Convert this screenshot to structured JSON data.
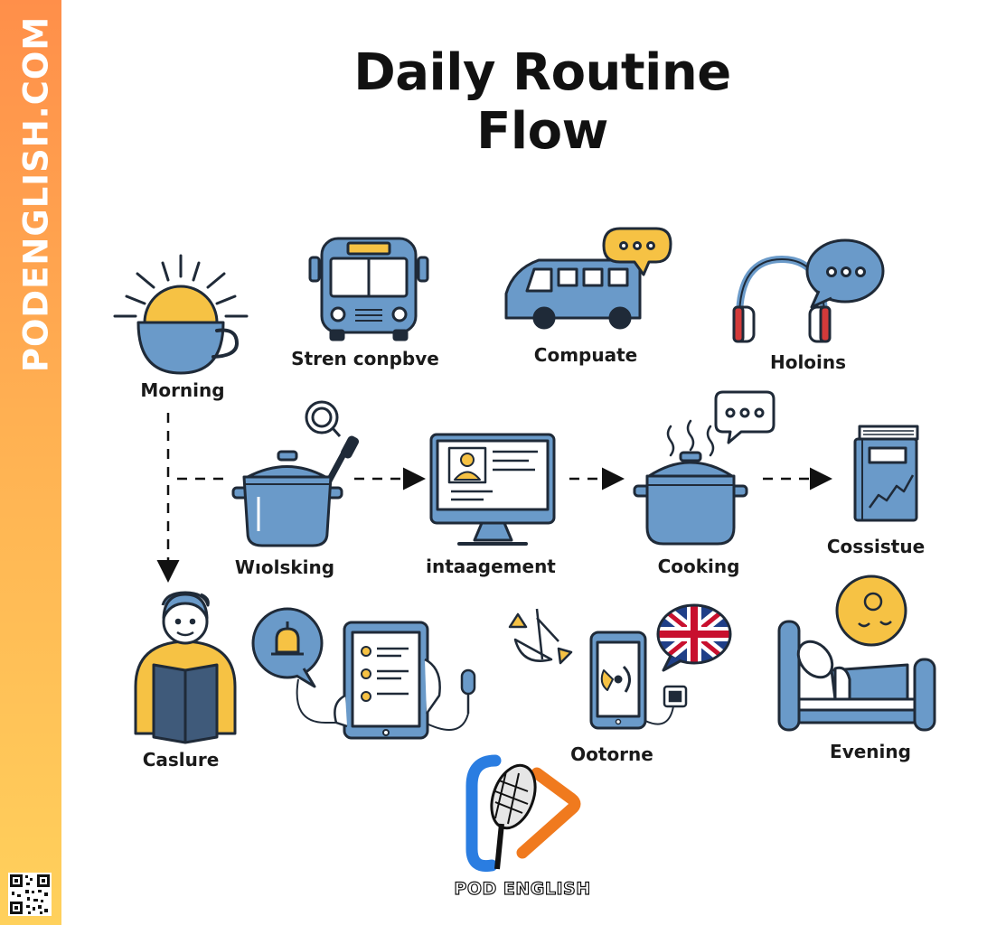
{
  "sidebar": {
    "text": "PODENGLISH.COM"
  },
  "title": "Daily Routine Flow",
  "nodes": {
    "morning": "Morning",
    "bus": "Stren conpbve",
    "van": "Compuate",
    "headphones": "Holoins",
    "pot": "Wıolsking",
    "monitor": "intaagement",
    "cooking": "Cooking",
    "book": "Cossistue",
    "reader": "Caslure",
    "phone": "Ootorne",
    "evening": "Evening"
  },
  "logo": {
    "text": "POD ENGLISH"
  },
  "colors": {
    "blue": "#6a9ac9",
    "yellow": "#f6c244",
    "outline": "#1f2a38",
    "orange": "#f07a1e",
    "logo_blue": "#2a7de1"
  }
}
